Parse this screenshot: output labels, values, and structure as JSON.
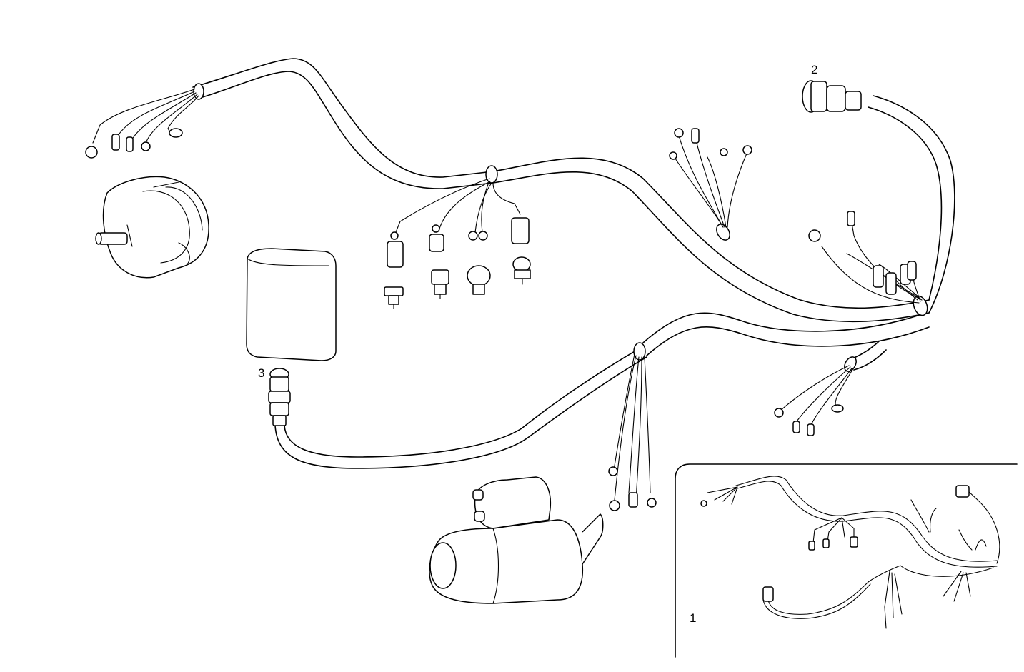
{
  "callouts": {
    "inset_harness": "1",
    "main_connector": "2",
    "auxiliary_connector": "3"
  },
  "colors": {
    "line": "#000000",
    "background": "#ffffff"
  }
}
